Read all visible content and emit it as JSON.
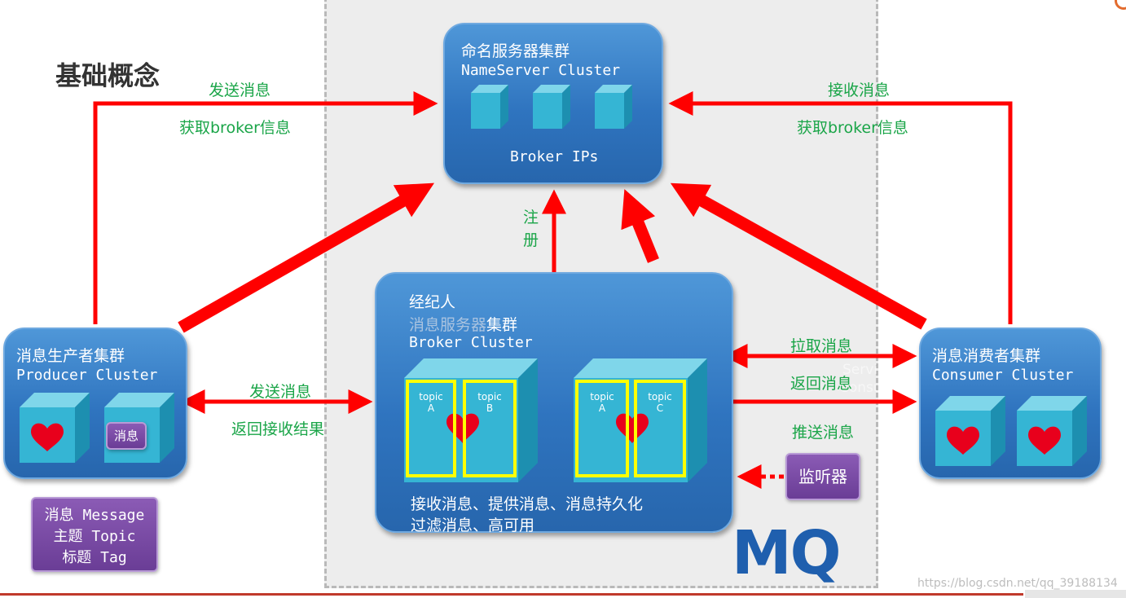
{
  "title": "基础概念",
  "nameserver": {
    "line1": "命名服务器集群",
    "line2": "NameServer  Cluster",
    "footer": "Broker  IPs"
  },
  "broker": {
    "line1": "经纪人",
    "line2_gray": "消息服务器",
    "line2_white": "集群",
    "line3": "Broker   Cluster",
    "topics": [
      "topic",
      "topic",
      "topic",
      "topic"
    ],
    "topic_letters": [
      "A",
      "B",
      "A",
      "C"
    ],
    "desc1": "接收消息、提供消息、消息持久化",
    "desc2": "过滤消息、高可用"
  },
  "producer": {
    "line1": "消息生产者集群",
    "line2": "Producer  Cluster",
    "msg_badge": "消息"
  },
  "consumer": {
    "line1": "消息消费者集群",
    "line2": "Consumer  Cluster",
    "ghost1": "Servi",
    "ghost2": "Consu"
  },
  "legend": {
    "line1": "消息 Message",
    "line2": "主题 Topic",
    "line3": "标题 Tag"
  },
  "listener": "监听器",
  "labels": {
    "send_msg_left": "发送消息",
    "get_broker_left": "获取broker信息",
    "recv_msg_right": "接收消息",
    "get_broker_right": "获取broker信息",
    "register_1": "注",
    "register_2": "册",
    "send_msg_mid": "发送消息",
    "return_result": "返回接收结果",
    "pull_msg": "拉取消息",
    "return_msg": "返回消息",
    "push_msg": "推送消息"
  },
  "mq_logo": "MQ",
  "watermark": "https://blog.csdn.net/qq_39188134",
  "colors": {
    "arrow": "#ff0000",
    "label_green": "#1aa548",
    "cluster_blue": "#2f74bf",
    "cube": "#35b5d4",
    "topic_border": "#ffff00",
    "heart": "#e8001c",
    "purple": "#7a4aa8"
  }
}
